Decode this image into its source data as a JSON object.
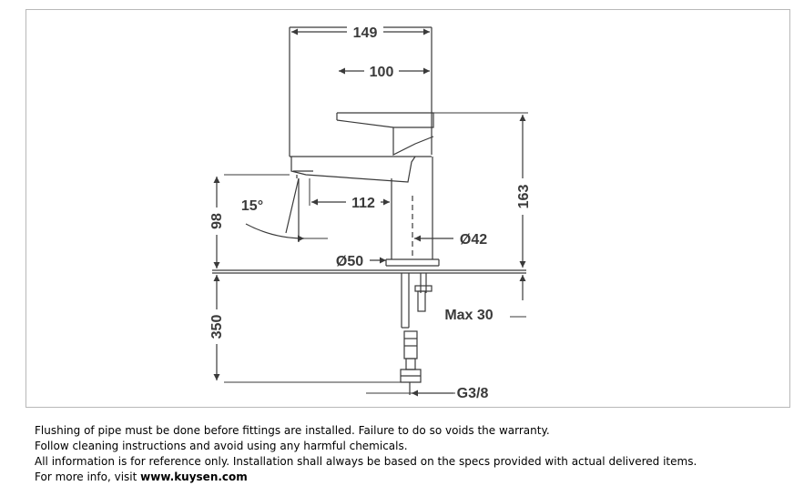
{
  "dimensions": {
    "overall_width": "149",
    "lever_width": "100",
    "spout_reach": "112",
    "spout_height": "98",
    "total_height": "163",
    "lever_angle": "15°",
    "base_diameter": "Ø50",
    "body_diameter": "Ø42",
    "max_deck_thickness": "Max 30",
    "hose_length": "350",
    "connection_thread": "G3/8"
  },
  "notes": {
    "line1": "Flushing of pipe must be done before fittings are installed.  Failure to do so voids the warranty.",
    "line2": "Follow cleaning instructions and avoid using any harmful chemicals.",
    "line3": "All information is for reference only. Installation shall always be based on the specs provided with actual delivered items.",
    "line4_prefix": "For more info, visit ",
    "line4_link": "www.kuysen.com"
  },
  "colors": {
    "line": "#3a3a3a",
    "frame": "#b8b8b8"
  }
}
